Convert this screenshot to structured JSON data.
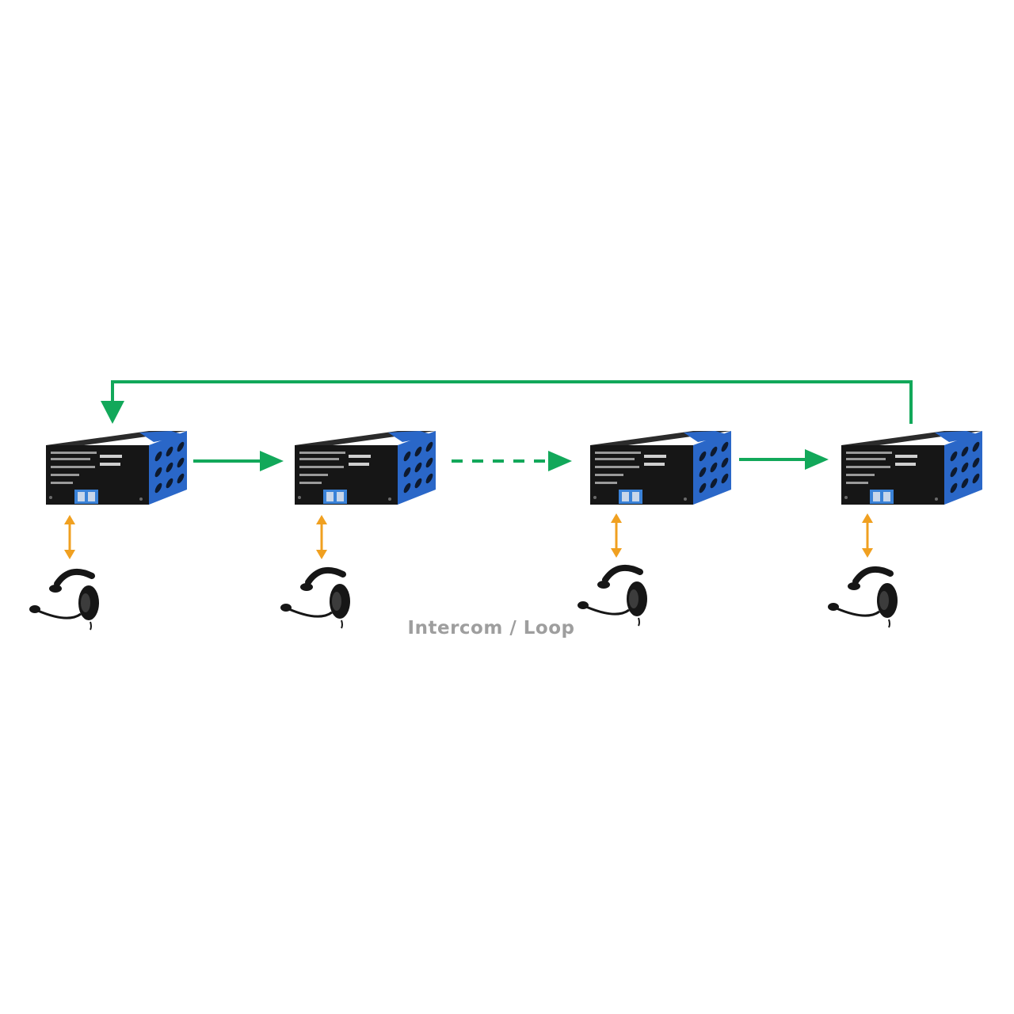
{
  "diagram": {
    "caption": "Intercom / Loop",
    "colors": {
      "loop_arrow": "#12a85a",
      "audio_link": "#f0a020",
      "caption": "#9e9e9e",
      "device_body": "#1a1a1a",
      "device_accent": "#2a67c8",
      "sfp_module": "#3a82d8",
      "headset": "#161616"
    },
    "nodes": [
      {
        "device_icon": "fiber-intercom-node-icon",
        "headset_icon": "headset-icon"
      },
      {
        "device_icon": "fiber-intercom-node-icon",
        "headset_icon": "headset-icon"
      },
      {
        "device_icon": "fiber-intercom-node-icon",
        "headset_icon": "headset-icon"
      },
      {
        "device_icon": "fiber-intercom-node-icon",
        "headset_icon": "headset-icon"
      }
    ],
    "links": [
      {
        "from": 1,
        "to": 2,
        "style": "solid"
      },
      {
        "from": 2,
        "to": 3,
        "style": "dashed"
      },
      {
        "from": 3,
        "to": 4,
        "style": "solid"
      },
      {
        "from": 4,
        "to": 1,
        "style": "loop-return"
      }
    ]
  }
}
